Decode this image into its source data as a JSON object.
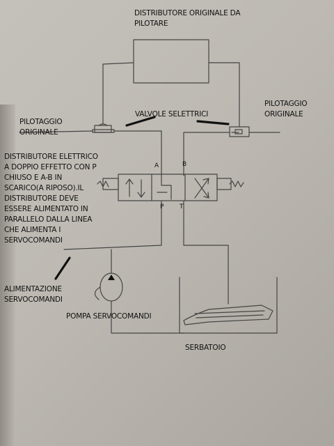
{
  "labels": {
    "original_distributor": "DISTRIBUTORE ORIGINALE DA\nPILOTARE",
    "pilot_left": "PILOTAGGIO\nORIGINALE",
    "pilot_right": "PILOTAGGIO\nORIGINALE",
    "selector_valves": "VALVOLE SELETTRICI",
    "electric_distributor": "DISTRIBUTORE ELETTRICO\nA DOPPIO EFFETTO CON P\nCHIUSO E A-B IN\nSCARICO(A RIPOSO).IL\nDISTRIBUTORE DEVE\nESSERE ALIMENTATO IN\nPARALLELO DALLA LINEA\nCHE ALIMENTA I\nSERVOCOMANDI",
    "supply": "ALIMENTAZIONE\nSERVOCOMANDI",
    "pump": "POMPA SERVOCOMANDI",
    "tank": "SERBATOIO"
  },
  "ports": {
    "a": "A",
    "b": "B",
    "p": "P",
    "t": "T"
  },
  "colors": {
    "paper": "#c1beb8",
    "ink": "#444444",
    "marker": "#111111"
  }
}
